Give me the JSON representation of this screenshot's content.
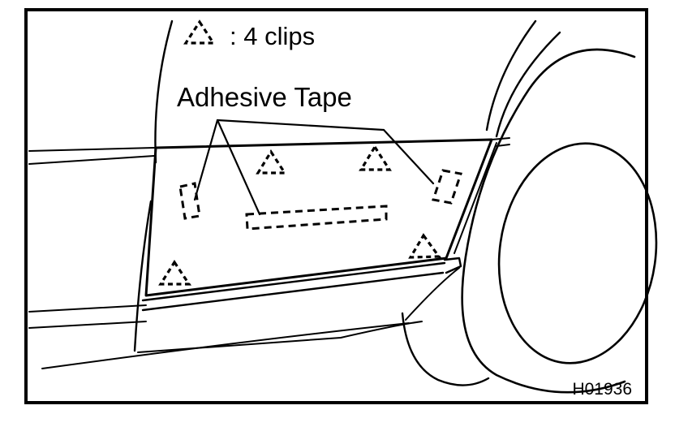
{
  "legend": {
    "symbol_icon": "dashed-triangle",
    "text": ": 4 clips"
  },
  "callout": {
    "text": "Adhesive Tape"
  },
  "figure_code": "H01936",
  "colors": {
    "ink": "#000000",
    "paper": "#ffffff"
  }
}
